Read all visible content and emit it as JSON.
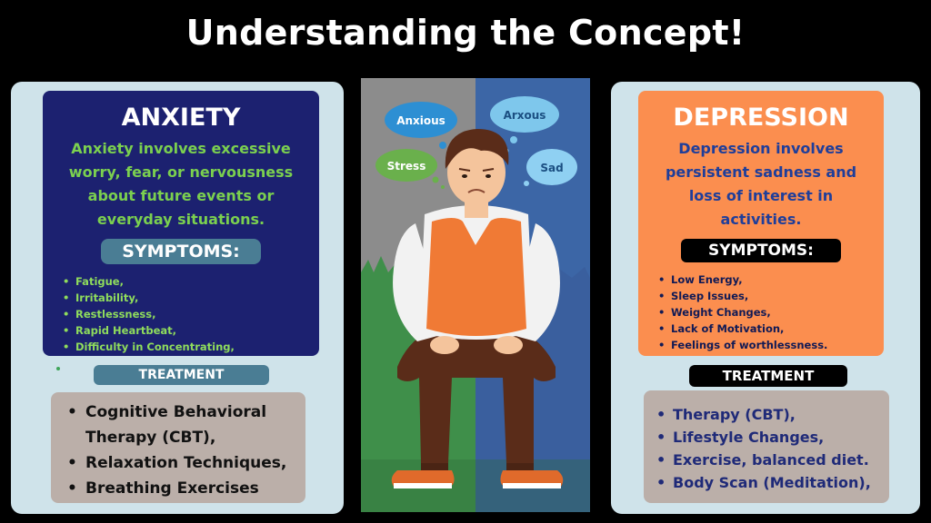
{
  "title": "Understanding the Concept!",
  "anxiety": {
    "heading": "ANXIETY",
    "description": "Anxiety involves excessive worry, fear, or nervousness about future events or everyday situations.",
    "symptoms_label": "SYMPTOMS:",
    "symptoms": [
      "Fatigue,",
      "Irritability,",
      "Restlessness,",
      "Rapid Heartbeat,",
      "Difficulty in Concentrating,"
    ],
    "treatment_label": "TREATMENT",
    "treatments": [
      "Cognitive Behavioral Therapy (CBT),",
      "Relaxation Techniques,",
      "Breathing Exercises"
    ]
  },
  "depression": {
    "heading": "DEPRESSION",
    "description": "Depression involves persistent sadness and loss of interest in activities.",
    "symptoms_label": "SYMPTOMS:",
    "symptoms": [
      "Low Energy,",
      "Sleep Issues,",
      "Weight Changes,",
      "Lack of Motivation,",
      "Feelings of worthlessness."
    ],
    "treatment_label": "TREATMENT",
    "treatments": [
      "Therapy (CBT),",
      "Lifestyle Changes,",
      "Exercise, balanced diet.",
      "Body Scan (Meditation),"
    ]
  },
  "illustration": {
    "bubbles": [
      "Anxious",
      "Arxous",
      "Stress",
      "Sad"
    ]
  },
  "colors": {
    "background": "#000000",
    "panel": "#cfe3ea",
    "anxiety_box": "#1c2170",
    "anxiety_text": "#7bd04f",
    "depression_box": "#fb8e4f",
    "depression_text": "#1f3e9a",
    "treatment_box": "#bbafa9",
    "pill_teal": "#4a7d94"
  }
}
